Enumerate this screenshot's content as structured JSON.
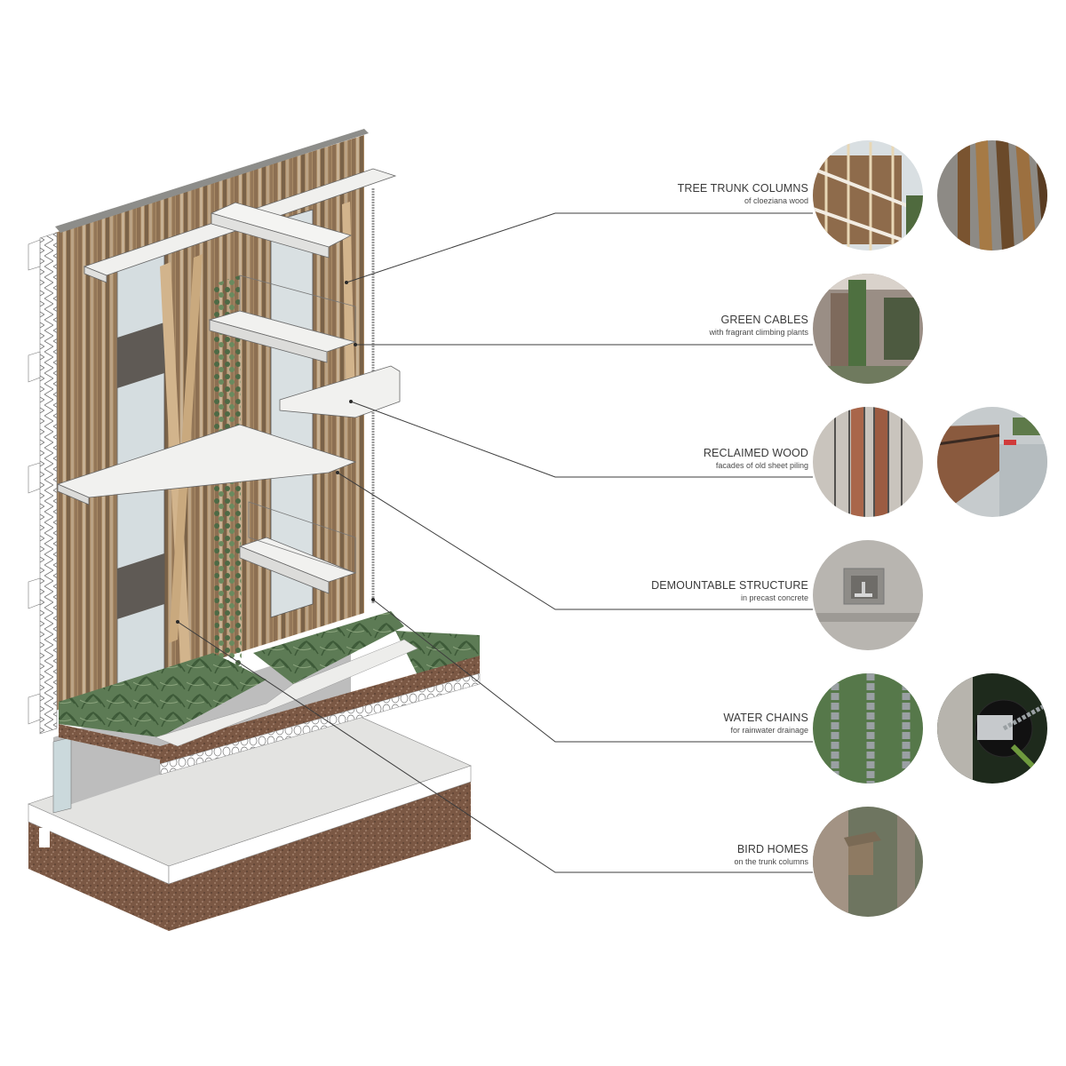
{
  "diagram": {
    "type": "axonometric facade section with annotated features",
    "building_elements": [
      "timber facade cladding",
      "tree trunk columns",
      "precast concrete balconies",
      "climbing plant cables",
      "green roof planters with ferns",
      "insulation layer",
      "concrete foundation slab",
      "soil base"
    ]
  },
  "callouts": [
    {
      "id": "tree-trunk-columns",
      "title": "TREE TRUNK COLUMNS",
      "subtitle": "of cloeziana wood",
      "photos": [
        "timber-balcony-building-photo",
        "log-pile-photo"
      ]
    },
    {
      "id": "green-cables",
      "title": "GREEN CABLES",
      "subtitle": "with fragrant climbing plants",
      "photos": [
        "climbing-plant-courtyard-photo"
      ]
    },
    {
      "id": "reclaimed-wood",
      "title": "RECLAIMED WOOD",
      "subtitle": "facades of old sheet piling",
      "photos": [
        "reclaimed-planks-photo",
        "sheet-piling-canal-photo"
      ]
    },
    {
      "id": "demountable-structure",
      "title": "DEMOUNTABLE STRUCTURE",
      "subtitle": "in precast concrete",
      "photos": [
        "concrete-connection-photo"
      ]
    },
    {
      "id": "water-chains",
      "title": "WATER CHAINS",
      "subtitle": "for rainwater drainage",
      "photos": [
        "rain-chains-photo",
        "chain-gutter-detail-photo"
      ]
    },
    {
      "id": "bird-homes",
      "title": "BIRD HOMES",
      "subtitle": "on the trunk columns",
      "photos": [
        "birdhouse-photo"
      ]
    }
  ],
  "colors": {
    "wood_light": "#b89a74",
    "wood_dark": "#7a6248",
    "concrete": "#e6e6e4",
    "glass": "#dfe6e8",
    "soil": "#7d5a45",
    "plant": "#4f6e48",
    "leader_line": "#3d3d3d",
    "text": "#3a3a3a"
  }
}
